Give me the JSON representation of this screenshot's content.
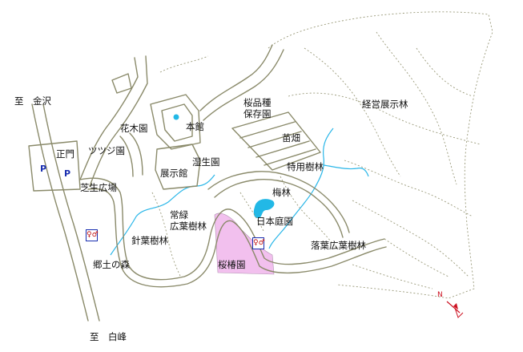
{
  "map": {
    "labels": {
      "to_kanazawa": "至　金沢",
      "to_shiramine": "至　白峰",
      "main_gate": "正門",
      "shibafu_hiroba": "芝生広場",
      "tsutsuji_en": "ツツジ園",
      "kaboku_en": "花木園",
      "honkan": "本館",
      "tenjikan": "展示館",
      "shisei_en": "湿生園",
      "sakura_hinshu_1": "桜品種",
      "sakura_hinshu_2": "保存園",
      "naebata": "苗畑",
      "keiei_tenjirin": "経営展示林",
      "tokuyou_jurin": "特用樹林",
      "ume_rin": "梅林",
      "nihon_teien": "日本庭園",
      "jouryoku_1": "常緑",
      "jouryoku_2": "広葉樹林",
      "shinyou_jurin": "針葉樹林",
      "kyoudo_no_mori": "郷土の森",
      "outsubaki_en": "桜椿園",
      "rakuyou_jurin": "落葉広葉樹林",
      "north_mark": "N"
    },
    "parking_symbols": [
      "P",
      "P"
    ],
    "colors": {
      "road": "#8a8a6a",
      "stream": "#29b6e8",
      "pond": "#22b8e6",
      "garden_area": "#f2c0ee",
      "north_arrow": "#cc1020",
      "parking": "#1a2fb0"
    }
  }
}
